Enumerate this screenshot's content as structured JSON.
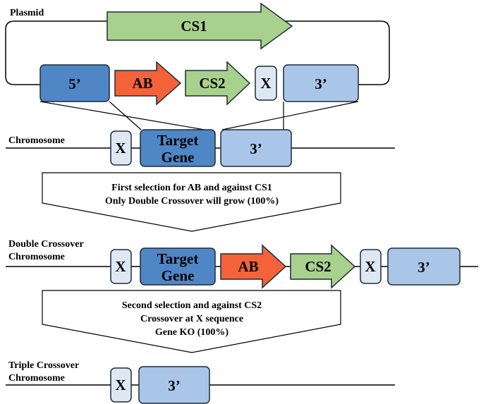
{
  "colors": {
    "dark_blue": "#4f86c6",
    "light_blue": "#a9c6e8",
    "pale_box": "#dde8f3",
    "green": "#a9d18e",
    "red": "#f4623a",
    "stroke": "#1f2a3a",
    "line": "#000000"
  },
  "plasmid": {
    "label": "Plasmid",
    "cs1": "CS1",
    "five_prime": "5’",
    "ab": "AB",
    "cs2": "CS2",
    "x": "X",
    "three_prime": "3’"
  },
  "chromosome": {
    "label": "Chromosome",
    "x": "X",
    "target_line1": "Target",
    "target_line2": "Gene",
    "three_prime": "3’"
  },
  "selection1": {
    "line1": "First selection for AB and against CS1",
    "line2": "Only Double Crossover will grow (100%)"
  },
  "double_crossover": {
    "label_line1": "Double Crossover",
    "label_line2": "Chromosome",
    "x1": "X",
    "target_line1": "Target",
    "target_line2": "Gene",
    "ab": "AB",
    "cs2": "CS2",
    "x2": "X",
    "three_prime": "3’"
  },
  "selection2": {
    "line1": "Second selection and against CS2",
    "line2": "Crossover at X sequence",
    "line3": "Gene KO (100%)"
  },
  "triple_crossover": {
    "label_line1": "Triple Crossover",
    "label_line2": "Chromosome",
    "x": "X",
    "three_prime": "3’"
  }
}
